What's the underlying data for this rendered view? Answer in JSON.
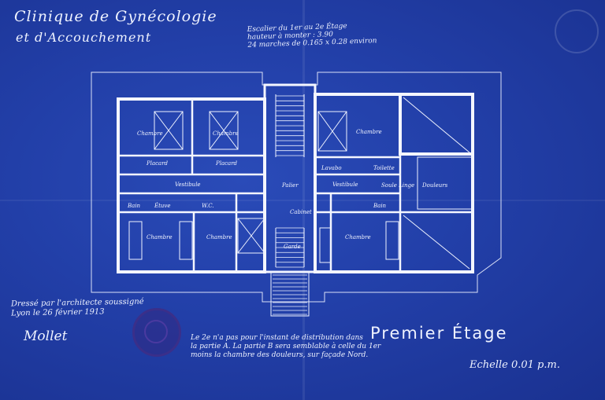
{
  "header": {
    "title_line1": "Clinique de Gynécologie",
    "title_line2": "et d'Accouchement"
  },
  "notes": {
    "stair": "Escalier du 1er au 2e Étage\nhauteur à monter : 3.90\n24 marches de 0.165 x 0.28 environ",
    "dressed_by": "Dressé par l'architecte soussigné\nLyon le 26 février 1913",
    "signature": "Mollet",
    "bottom": "Le 2e n'a pas pour l'instant de distribution dans\nla partie A. La partie B sera semblable à celle du 1er\nmoins la chambre des douleurs, sur façade Nord."
  },
  "floor_title": "Premier Étage",
  "scale": "Echelle 0.01 p.m.",
  "rooms": {
    "chambre_1": "Chambre",
    "chambre_2": "Chambre",
    "chambre_3": "Chambre",
    "chambre_4": "Chambre",
    "chambre_5": "Chambre",
    "chambre_6": "Chambre",
    "vestibule_left": "Vestibule",
    "vestibule_right": "Vestibule",
    "palier": "Palier",
    "douleurs": "Douleurs",
    "lavabo": "Lavabo",
    "toilette": "Toilette",
    "cabinet": "Cabinet",
    "placard_1": "Placard",
    "placard_2": "Placard",
    "bain": "Bain",
    "bain_right": "Bain",
    "wc": "W.C.",
    "soule_lingerie": "Soule Linge",
    "etuve": "Étuve",
    "garde": "Garde"
  },
  "colors": {
    "paper": "#223fa8",
    "line": "#eef2ff",
    "stamp": "#3a2f8a"
  }
}
